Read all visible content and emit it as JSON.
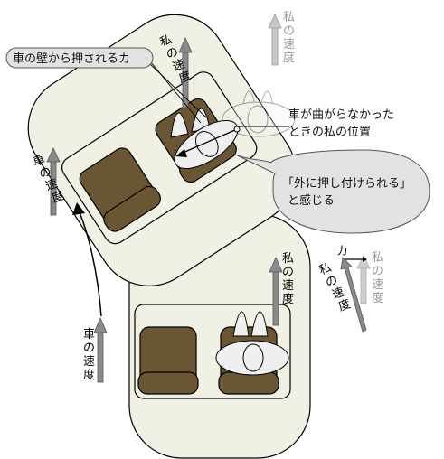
{
  "labels": {
    "wall_push_force": "車の壁から押されるカ",
    "position_if_no_turn_line1": "車が曲がらなかった",
    "position_if_no_turn_line2": "ときの私の位置",
    "pushed_out_line1": "「外に押し付けられる」",
    "pushed_out_line2": "と感じる",
    "force": "カ"
  },
  "vertical_labels": {
    "my_speed_faded": [
      "私",
      "の",
      "速",
      "度"
    ],
    "my_speed_upper_car": [
      "私",
      "の",
      "速",
      "度"
    ],
    "car_speed_left": [
      "車",
      "の",
      "速",
      "度"
    ],
    "my_speed_lower_car": [
      "私",
      "の",
      "速",
      "度"
    ],
    "my_speed_force_diagram": [
      "私",
      "の",
      "速",
      "度"
    ],
    "my_speed_faded_force_diagram": [
      "私",
      "の",
      "速",
      "度"
    ],
    "car_speed_bottom": [
      "車",
      "の",
      "速",
      "度"
    ]
  },
  "colors": {
    "car_body": "#f1f0e4",
    "seat": "#6b5634",
    "arrow_dark": "#777777",
    "arrow_faded": "#bbbbbb",
    "bubble_fill": "#e2e2e2"
  }
}
